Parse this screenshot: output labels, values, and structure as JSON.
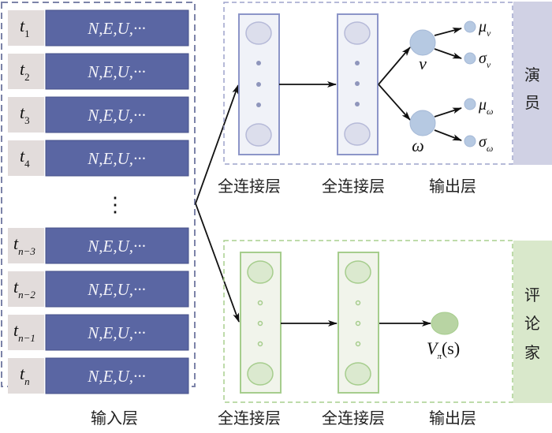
{
  "input_layer": {
    "label": "输入层",
    "rows": [
      {
        "time": "t",
        "sub": "1",
        "features": "N,E,U,···"
      },
      {
        "time": "t",
        "sub": "2",
        "features": "N,E,U,···"
      },
      {
        "time": "t",
        "sub": "3",
        "features": "N,E,U,···"
      },
      {
        "time": "t",
        "sub": "4",
        "features": "N,E,U,···"
      },
      {
        "time": "t",
        "sub": "n−3",
        "features": "N,E,U,···"
      },
      {
        "time": "t",
        "sub": "n−2",
        "features": "N,E,U,···"
      },
      {
        "time": "t",
        "sub": "n−1",
        "features": "N,E,U,···"
      },
      {
        "time": "t",
        "sub": "n",
        "features": "N,E,U,···"
      }
    ],
    "ellipsis": "⋮"
  },
  "actor": {
    "side_label": "演员",
    "layer_labels": [
      "全连接层",
      "全连接层",
      "输出层"
    ],
    "outputs": {
      "v": "v",
      "omega": "ω",
      "mu_v": {
        "base": "μ",
        "sub": "v"
      },
      "sigma_v": {
        "base": "σ",
        "sub": "v"
      },
      "mu_omega": {
        "base": "μ",
        "sub": "ω"
      },
      "sigma_omega": {
        "base": "σ",
        "sub": "ω"
      }
    }
  },
  "critic": {
    "side_label": "评论家",
    "layer_labels": [
      "全连接层",
      "全连接层",
      "输出层"
    ],
    "output": {
      "base": "V",
      "sub": "π",
      "arg": "(s)"
    }
  },
  "colors": {
    "row_fill": "#5a66a3",
    "time_fill": "#e2dcdb",
    "actor_band": "#d0d1e4",
    "actor_node": "#b6c9e2",
    "actor_layer_fill": "#f0f2f8",
    "actor_layer_stroke": "#8c95c8",
    "critic_band": "#d9e8cb",
    "critic_node": "#b8d4a3",
    "critic_layer_fill": "#f1f4eb",
    "critic_layer_stroke": "#a6cd8d"
  }
}
